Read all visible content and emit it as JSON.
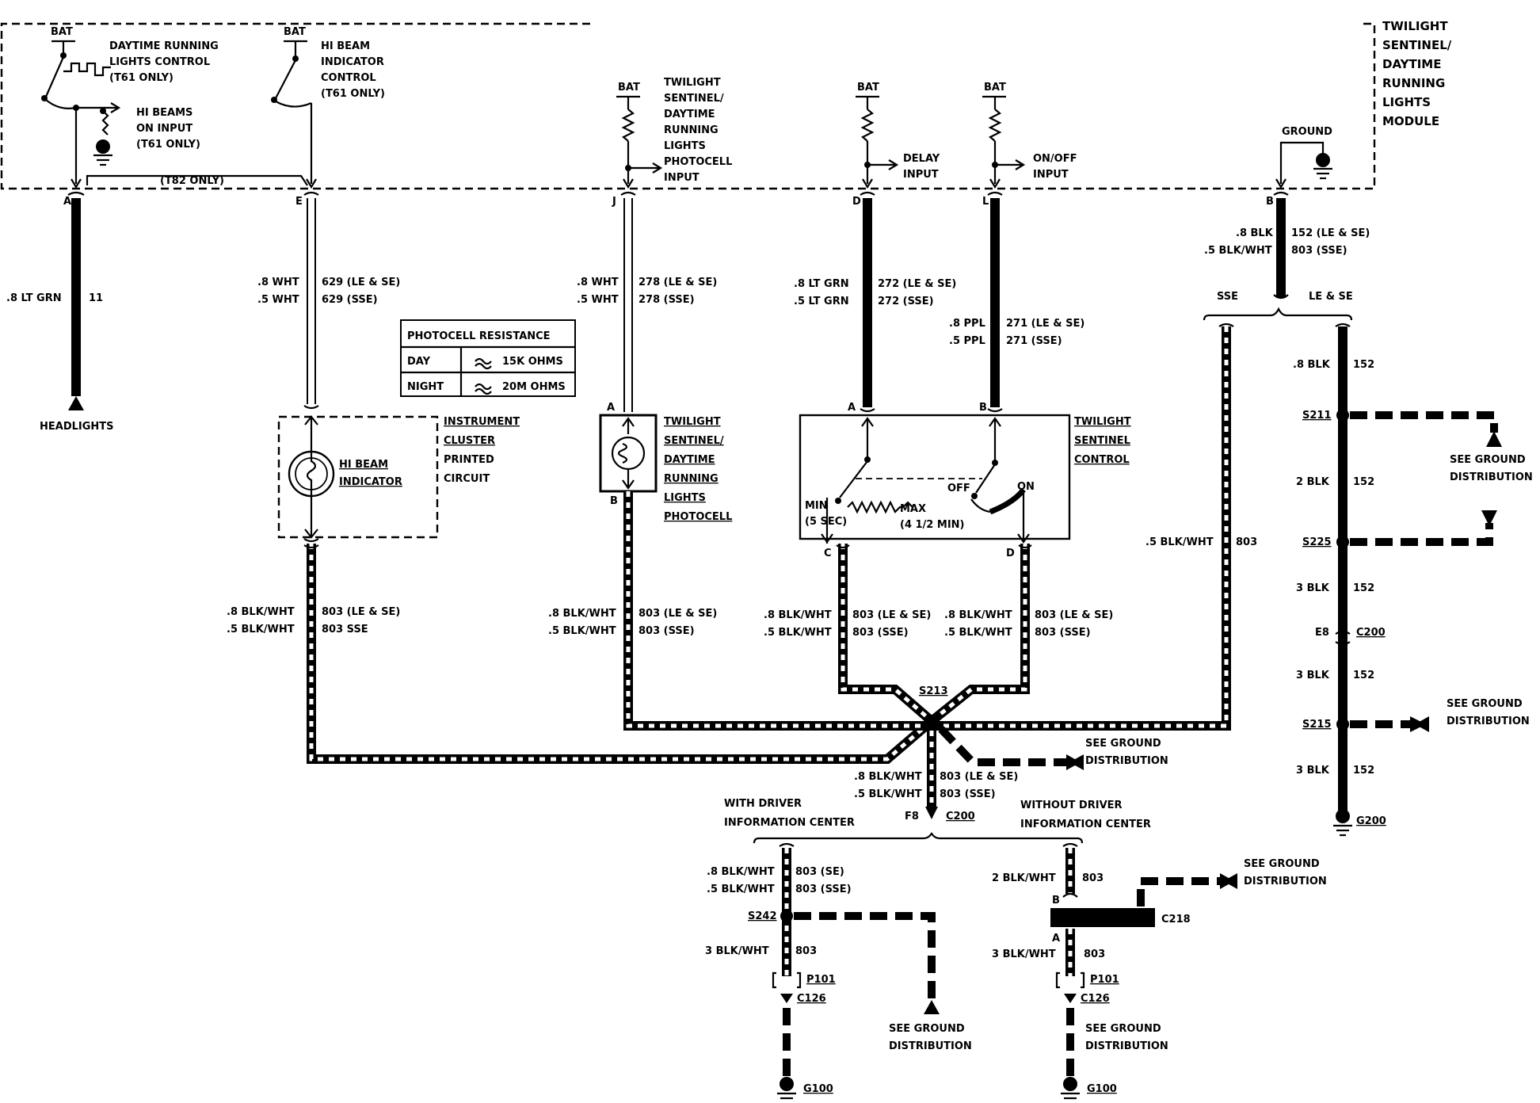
{
  "module": {
    "title_lines": [
      "TWILIGHT",
      "SENTINEL/",
      "DAYTIME",
      "RUNNING",
      "LIGHTS",
      "MODULE"
    ],
    "ground_label": "GROUND",
    "t82": "(T82 ONLY)"
  },
  "bat": "BAT",
  "drl": {
    "lines": [
      "DAYTIME RUNNING",
      "LIGHTS CONTROL",
      "(T61 ONLY)"
    ],
    "hi_beams_on": [
      "HI BEAMS",
      "ON INPUT",
      "(T61 ONLY)"
    ]
  },
  "hibeam_ctrl": {
    "lines": [
      "HI BEAM",
      "INDICATOR",
      "CONTROL",
      "(T61 ONLY)"
    ]
  },
  "photocell_input": {
    "lines": [
      "TWILIGHT",
      "SENTINEL/",
      "DAYTIME",
      "RUNNING",
      "LIGHTS",
      "PHOTOCELL",
      "INPUT"
    ]
  },
  "delay_input": {
    "lines": [
      "DELAY",
      "INPUT"
    ]
  },
  "onoff_input": {
    "lines": [
      "ON/OFF",
      "INPUT"
    ]
  },
  "pins": {
    "A": "A",
    "E": "E",
    "J": "J",
    "D": "D",
    "L": "L",
    "B": "B",
    "C": "C",
    "F8": "F8",
    "E8": "E8"
  },
  "wire_a": {
    "gauge": ".8 LT GRN",
    "circuit": "11",
    "dest": "HEADLIGHTS"
  },
  "wire_e": {
    "g1": ".8 WHT",
    "g2": ".5 WHT",
    "c1": "629 (LE & SE)",
    "c2": "629 (SSE)"
  },
  "wire_j": {
    "g1": ".8 WHT",
    "g2": ".5 WHT",
    "c1": "278 (LE & SE)",
    "c2": "278 (SSE)"
  },
  "wire_d": {
    "g1": ".8 LT GRN",
    "g2": ".5 LT GRN",
    "c1": "272 (LE & SE)",
    "c2": "272 (SSE)"
  },
  "wire_l": {
    "g1": ".8 PPL",
    "g2": ".5 PPL",
    "c1": "271 (LE & SE)",
    "c2": "271 (SSE)"
  },
  "wire_b": {
    "g1": ".8 BLK",
    "g2": ".5 BLK/WHT",
    "c1": "152 (LE & SE)",
    "c2": "803 (SSE)",
    "sse": "SSE",
    "lese": "LE & SE"
  },
  "photocell_table": {
    "title": "PHOTOCELL RESISTANCE",
    "rows": [
      {
        "label": "DAY",
        "value": "15K OHMS"
      },
      {
        "label": "NIGHT",
        "value": "20M OHMS"
      }
    ]
  },
  "instrument_cluster": {
    "indicator": [
      "HI BEAM",
      "INDICATOR"
    ],
    "lines": [
      "INSTRUMENT",
      "CLUSTER",
      "PRINTED",
      "CIRCUIT"
    ]
  },
  "photocell": {
    "lines": [
      "TWILIGHT",
      "SENTINEL/",
      "DAYTIME",
      "RUNNING",
      "LIGHTS",
      "PHOTOCELL"
    ]
  },
  "control": {
    "lines": [
      "TWILIGHT",
      "SENTINEL",
      "CONTROL"
    ],
    "min": "MIN",
    "min_time": "(5 SEC)",
    "max": "MAX",
    "max_time": "(4 1/2 MIN)",
    "off": "OFF",
    "on": "ON"
  },
  "ground_chain": {
    "w1": [
      ".8 BLK",
      "152"
    ],
    "s211": "S211",
    "w2": [
      "2 BLK",
      "152"
    ],
    "s225": "S225",
    "w3": [
      "3 BLK",
      "152"
    ],
    "c200": "C200",
    "w4": [
      "3 BLK",
      "152"
    ],
    "s215": "S215",
    "w5": [
      "3 BLK",
      "152"
    ],
    "g200": "G200"
  },
  "see_ground": [
    "SEE GROUND",
    "DISTRIBUTION"
  ],
  "sse_wire": {
    "gauge": ".5 BLK/WHT",
    "circuit": "803"
  },
  "returns": {
    "e": {
      "g1": ".8 BLK/WHT",
      "g2": ".5 BLK/WHT",
      "c1": "803 (LE & SE)",
      "c2": "803 SSE"
    },
    "j": {
      "g1": ".8 BLK/WHT",
      "g2": ".5 BLK/WHT",
      "c1": "803 (LE & SE)",
      "c2": "803 (SSE)"
    },
    "c": {
      "g1": ".8 BLK/WHT",
      "g2": ".5 BLK/WHT",
      "c1": "803 (LE & SE)",
      "c2": "803 (SSE)"
    },
    "d": {
      "g1": ".8 BLK/WHT",
      "g2": ".5 BLK/WHT",
      "c1": "803 (LE & SE)",
      "c2": "803 (SSE)"
    }
  },
  "s213": "S213",
  "main_ground": {
    "g1": ".8 BLK/WHT",
    "g2": ".5 BLK/WHT",
    "c1": "803 (LE & SE)",
    "c2": "803 (SSE)",
    "conn": "C200"
  },
  "with_dic": {
    "lines": [
      "WITH DRIVER",
      "INFORMATION CENTER"
    ],
    "g1": ".8 BLK/WHT",
    "g2": ".5 BLK/WHT",
    "c1": "803 (SE)",
    "c2": "803 (SSE)",
    "splice": "S242",
    "g3": "3 BLK/WHT",
    "c3": "803",
    "p101": "P101",
    "c126": "C126",
    "g100": "G100"
  },
  "without_dic": {
    "lines": [
      "WITHOUT DRIVER",
      "INFORMATION CENTER"
    ],
    "g1": "2 BLK/WHT",
    "c1": "803",
    "b": "B",
    "a": "A",
    "c218": "C218",
    "g3": "3 BLK/WHT",
    "c3": "803",
    "p101": "P101",
    "c126": "C126",
    "g100": "G100"
  }
}
